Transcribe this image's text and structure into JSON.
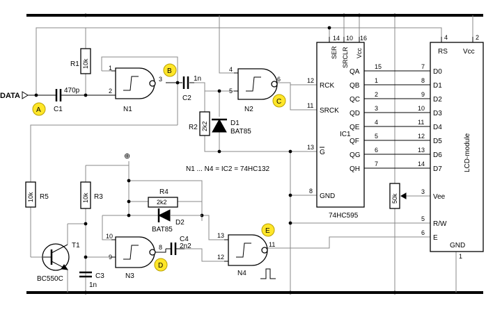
{
  "schematic": {
    "input_label": "DATA",
    "badges": [
      "A",
      "B",
      "C",
      "D",
      "E"
    ],
    "capacitors": {
      "c1": {
        "ref": "C1",
        "value": "470p"
      },
      "c2": {
        "ref": "C2",
        "value": "1n"
      },
      "c3": {
        "ref": "C3",
        "value": "1n"
      },
      "c4": {
        "ref": "C4",
        "value": "2n2"
      }
    },
    "resistors": {
      "r1": {
        "ref": "R1",
        "value": "10k"
      },
      "r2": {
        "ref": "R2",
        "value": "2k2"
      },
      "r3": {
        "ref": "R3",
        "value": "10k"
      },
      "r4": {
        "ref": "R4",
        "value": "2k2"
      },
      "r5": {
        "ref": "R5",
        "value": "10k"
      },
      "pot": {
        "value": "50k"
      }
    },
    "diodes": {
      "d1": {
        "ref": "D1",
        "part": "BAT85"
      },
      "d2": {
        "ref": "D2",
        "part": "BAT85"
      }
    },
    "transistor": {
      "ref": "T1",
      "part": "BC550C"
    },
    "gates": {
      "n1": "N1",
      "n2": "N2",
      "n3": "N3",
      "n4": "N4"
    },
    "note": "N1 ... N4 = IC2 = 74HC132",
    "power_symbol": "⊕",
    "gate_pins": {
      "n1": [
        "1",
        "2",
        "3"
      ],
      "n2": [
        "4",
        "5",
        "6"
      ],
      "n3": [
        "10",
        "9",
        "8"
      ],
      "n4": [
        "13",
        "12",
        "11"
      ]
    },
    "ic1": {
      "ref": "IC1",
      "part": "74HC595",
      "top_pins": [
        {
          "num": "14",
          "name": "SER"
        },
        {
          "num": "10",
          "name": "SRCLR"
        },
        {
          "num": "16",
          "name": "Vcc"
        }
      ],
      "left_pins": [
        {
          "num": "12",
          "name": "RCK"
        },
        {
          "num": "11",
          "name": "SRCK"
        },
        {
          "num": "13",
          "name": "G"
        },
        {
          "num": "8",
          "name": "GND"
        }
      ],
      "right_pins": [
        {
          "num": "15",
          "name": "QA"
        },
        {
          "num": "1",
          "name": "QB"
        },
        {
          "num": "2",
          "name": "QC"
        },
        {
          "num": "3",
          "name": "QD"
        },
        {
          "num": "4",
          "name": "QE"
        },
        {
          "num": "5",
          "name": "QF"
        },
        {
          "num": "6",
          "name": "QG"
        },
        {
          "num": "7",
          "name": "QH"
        }
      ]
    },
    "lcd": {
      "title": "LCD-module",
      "top_pins": [
        {
          "num": "4",
          "name": "RS"
        },
        {
          "num": "2",
          "name": "Vcc"
        }
      ],
      "data_pins": [
        {
          "num": "7",
          "name": "D0"
        },
        {
          "num": "8",
          "name": "D1"
        },
        {
          "num": "9",
          "name": "D2"
        },
        {
          "num": "10",
          "name": "D3"
        },
        {
          "num": "11",
          "name": "D4"
        },
        {
          "num": "12",
          "name": "D5"
        },
        {
          "num": "13",
          "name": "D6"
        },
        {
          "num": "14",
          "name": "D7"
        }
      ],
      "vee": {
        "num": "3",
        "name": "Vee"
      },
      "rw": {
        "num": "5",
        "name": "R/W"
      },
      "e": {
        "num": "6",
        "name": "E"
      },
      "gnd": {
        "num": "1",
        "name": "GND"
      }
    }
  }
}
